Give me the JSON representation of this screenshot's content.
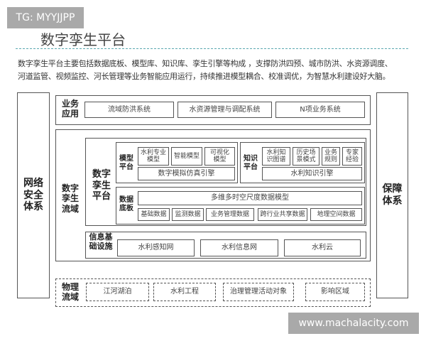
{
  "watermark_top": "TG: MYYJJPP",
  "watermark_bottom": "www.machalacity.com",
  "title": "数字孪生平台",
  "description": [
    "数字孪生平台主要包括数据底板、模型库、知识库、孪生引擎等构成 ，支撑防洪四预、城市防洪、水资源调度、",
    "河道监管、视频监控、河长管理等业务智能应用运行，持续推进模型耦合、校准调优，为智慧水利建设好大脑。"
  ],
  "accent": "#5aa8b0",
  "diagram": {
    "left": "网络安全体系",
    "right": "保障体系",
    "business": {
      "label": "业务应用",
      "items": [
        "流域防洪系统",
        "水资源管理与调配系统",
        "N项业务系统"
      ]
    },
    "twin_basin": {
      "label": "数字孪生流域",
      "platform": {
        "label": "数字孪生平台",
        "model": {
          "label": "模型平台",
          "items": [
            "水利专业模型",
            "智能模型",
            "可视化模型"
          ],
          "engine": "数字模拟仿真引擎"
        },
        "knowledge": {
          "label": "知识平台",
          "items": [
            "水利知识图谱",
            "历史场景模式",
            "业务规则",
            "专家经验"
          ],
          "engine": "水利知识引擎"
        },
        "data": {
          "label": "数据底板",
          "model": "多维多时空尺度数据模型",
          "items": [
            "基础数据",
            "监测数据",
            "业务管理数据",
            "跨行业共享数据",
            "地理空间数据"
          ]
        }
      },
      "infra": {
        "label": "信息基础设施",
        "items": [
          "水利感知网",
          "水利信息网",
          "水利云"
        ]
      }
    },
    "physical": {
      "label": "物理流域",
      "items": [
        "江河湖泊",
        "水利工程",
        "治理管理活动对象",
        "影响区域"
      ]
    }
  }
}
